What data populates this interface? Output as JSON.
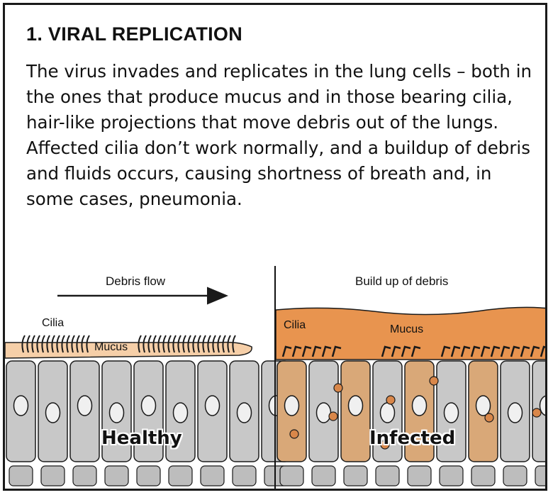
{
  "heading": "1. VIRAL REPLICATION",
  "body": "The virus invades and replicates in the lung cells – both in the ones that produce mucus and in those bearing cilia, hair-like projections that move debris out of the lungs. Affected cilia don’t work normally, and a buildup of debris and fluids occurs, causing shortness of breath and, in some cases, pneumonia.",
  "healthy": {
    "flow_label": "Debris flow",
    "cilia_label": "Cilia",
    "mucus_label": "Mucus",
    "panel_label": "Healthy"
  },
  "infected": {
    "debris_label": "Build up of debris",
    "cilia_label": "Cilia",
    "mucus_label": "Mucus",
    "panel_label": "Infected"
  },
  "colors": {
    "mucus_light": "#f6cfa8",
    "mucus_dark": "#e8944f",
    "cell_gray": "#c8c8c8",
    "cell_infected": "#d9a878",
    "virus": "#d9874a",
    "outline": "#1a1a1a"
  }
}
